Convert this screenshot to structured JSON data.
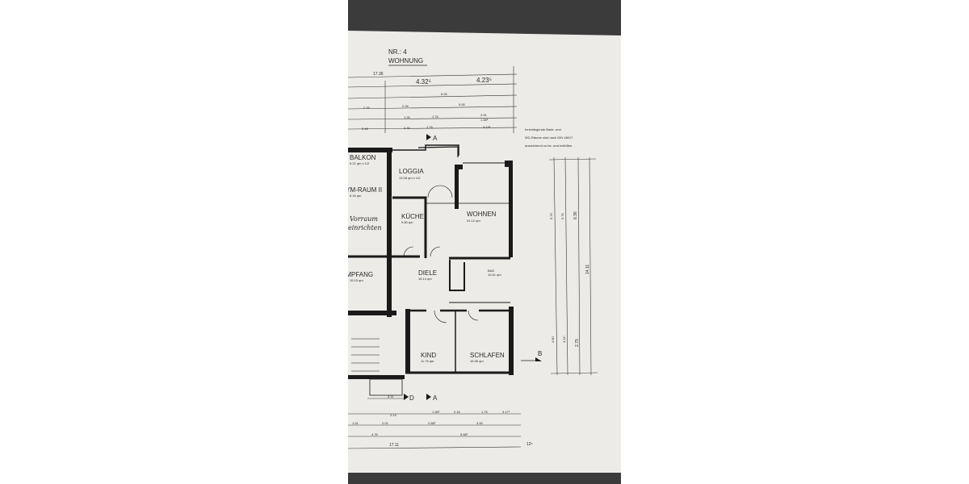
{
  "plan": {
    "number": "NR.: 4",
    "title": "WOHNUNG",
    "note": [
      "Innenliegende Bade- und",
      "WC-Räume sind nach DIN 18017",
      "ausreichend zu be- und entlüften."
    ],
    "handwriting": [
      "Vorraum",
      "einrichten"
    ],
    "rooms": [
      {
        "name": "BALKON",
        "area": "6.21 qm x 1/2"
      },
      {
        "name": "GYM-RAUM II",
        "area": "6.16 qm"
      },
      {
        "name": "LOGGIA",
        "area": "12.08 qm x 1/2"
      },
      {
        "name": "KÜCHE",
        "area": "9.80 qm"
      },
      {
        "name": "WOHNEN",
        "area": "31.12 qm"
      },
      {
        "name": "EMPFANG",
        "area": "15.15 qm"
      },
      {
        "name": "DIELE",
        "area": "16.14 qm"
      },
      {
        "name": "BAD",
        "area": "10.61 qm"
      },
      {
        "name": "KIND",
        "area": "11.76 qm"
      },
      {
        "name": "SCHLAFEN",
        "area": "16.36 qm"
      }
    ],
    "section_markers": [
      "A",
      "A",
      "B",
      "D"
    ],
    "dimensions_top": [
      "17.36",
      "4.32⁵",
      "4.23⁵",
      "8.26",
      "2.26",
      "2.26",
      "5.90",
      "1.76",
      "1.26",
      "2.51",
      "1.38⁵",
      "2.46",
      "2.46",
      "1.76",
      "3.13⁵"
    ],
    "dimensions_right": [
      "5.76",
      "5.76",
      "6.36",
      "14.11",
      "2.75",
      "4.80",
      "4.11⁵"
    ],
    "dimensions_bottom": [
      "3.11",
      "2.13",
      "1.38⁵",
      "2.16",
      "1.76",
      "3.17⁵",
      "1.51",
      "2.01",
      "2.88⁵",
      "3.90",
      "4.76",
      "5.88⁵",
      "17.11",
      "12⁵"
    ]
  },
  "colors": {
    "paper": "#ecebe8",
    "ink": "#1e1e1e",
    "background": "#3a3a3a"
  }
}
